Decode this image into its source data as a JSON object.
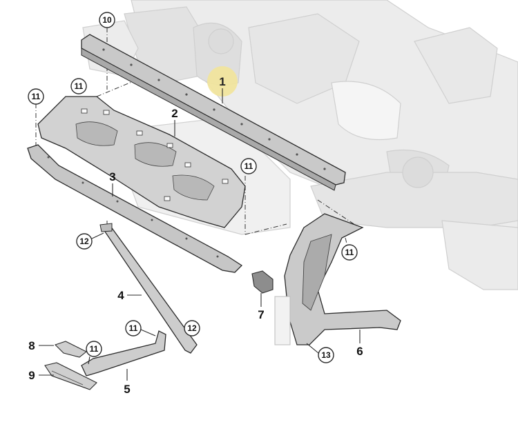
{
  "callouts": {
    "c1": "1",
    "c2": "2",
    "c3": "3",
    "c4": "4",
    "c5": "5",
    "c6": "6",
    "c7": "7",
    "c8": "8",
    "c9": "9",
    "c10": "10",
    "c11a": "11",
    "c11b": "11",
    "c11c": "11",
    "c11d": "11",
    "c11e": "11",
    "c11f": "11",
    "c12a": "12",
    "c12b": "12",
    "c13": "13"
  },
  "colors": {
    "line": "#2a2a2a",
    "part_fill": "#cfcfcf",
    "body_ghost": "#e4e4e4",
    "highlight": "#f2e49a"
  }
}
